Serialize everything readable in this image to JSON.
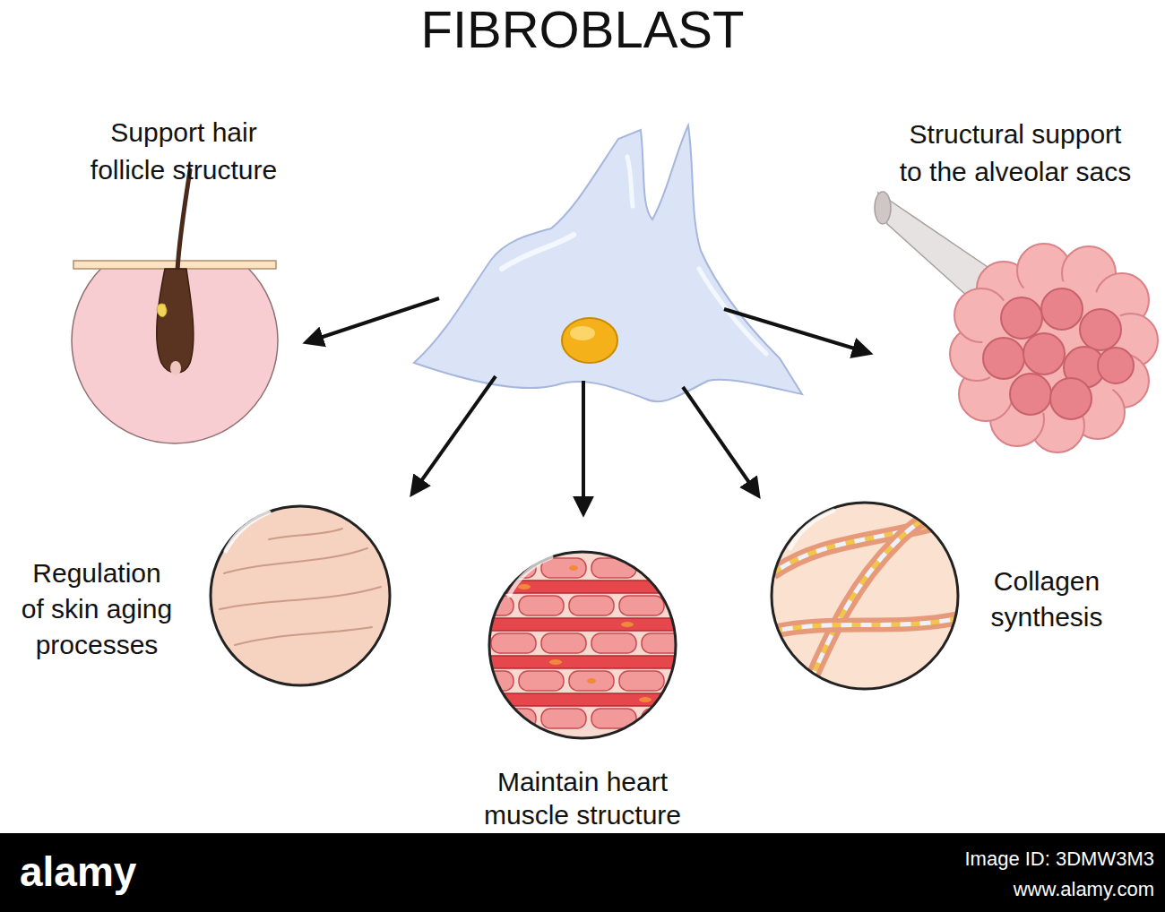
{
  "diagram": {
    "title": "FIBROBLAST",
    "nodes": [
      {
        "text": [
          "Support hair follicle structure"
        ]
      },
      {
        "text": [
          "Structural support to the alveolar sacs"
        ]
      },
      {
        "text": [
          "Regulation of skin aging processes"
        ]
      },
      {
        "text": [
          "Maintain heart muscle structure"
        ]
      },
      {
        "text": [
          "Collagen synthesis"
        ]
      }
    ],
    "labels": [
      "alamy",
      "Image ID: 3DMW3M3",
      "www.alamy.com"
    ]
  }
}
